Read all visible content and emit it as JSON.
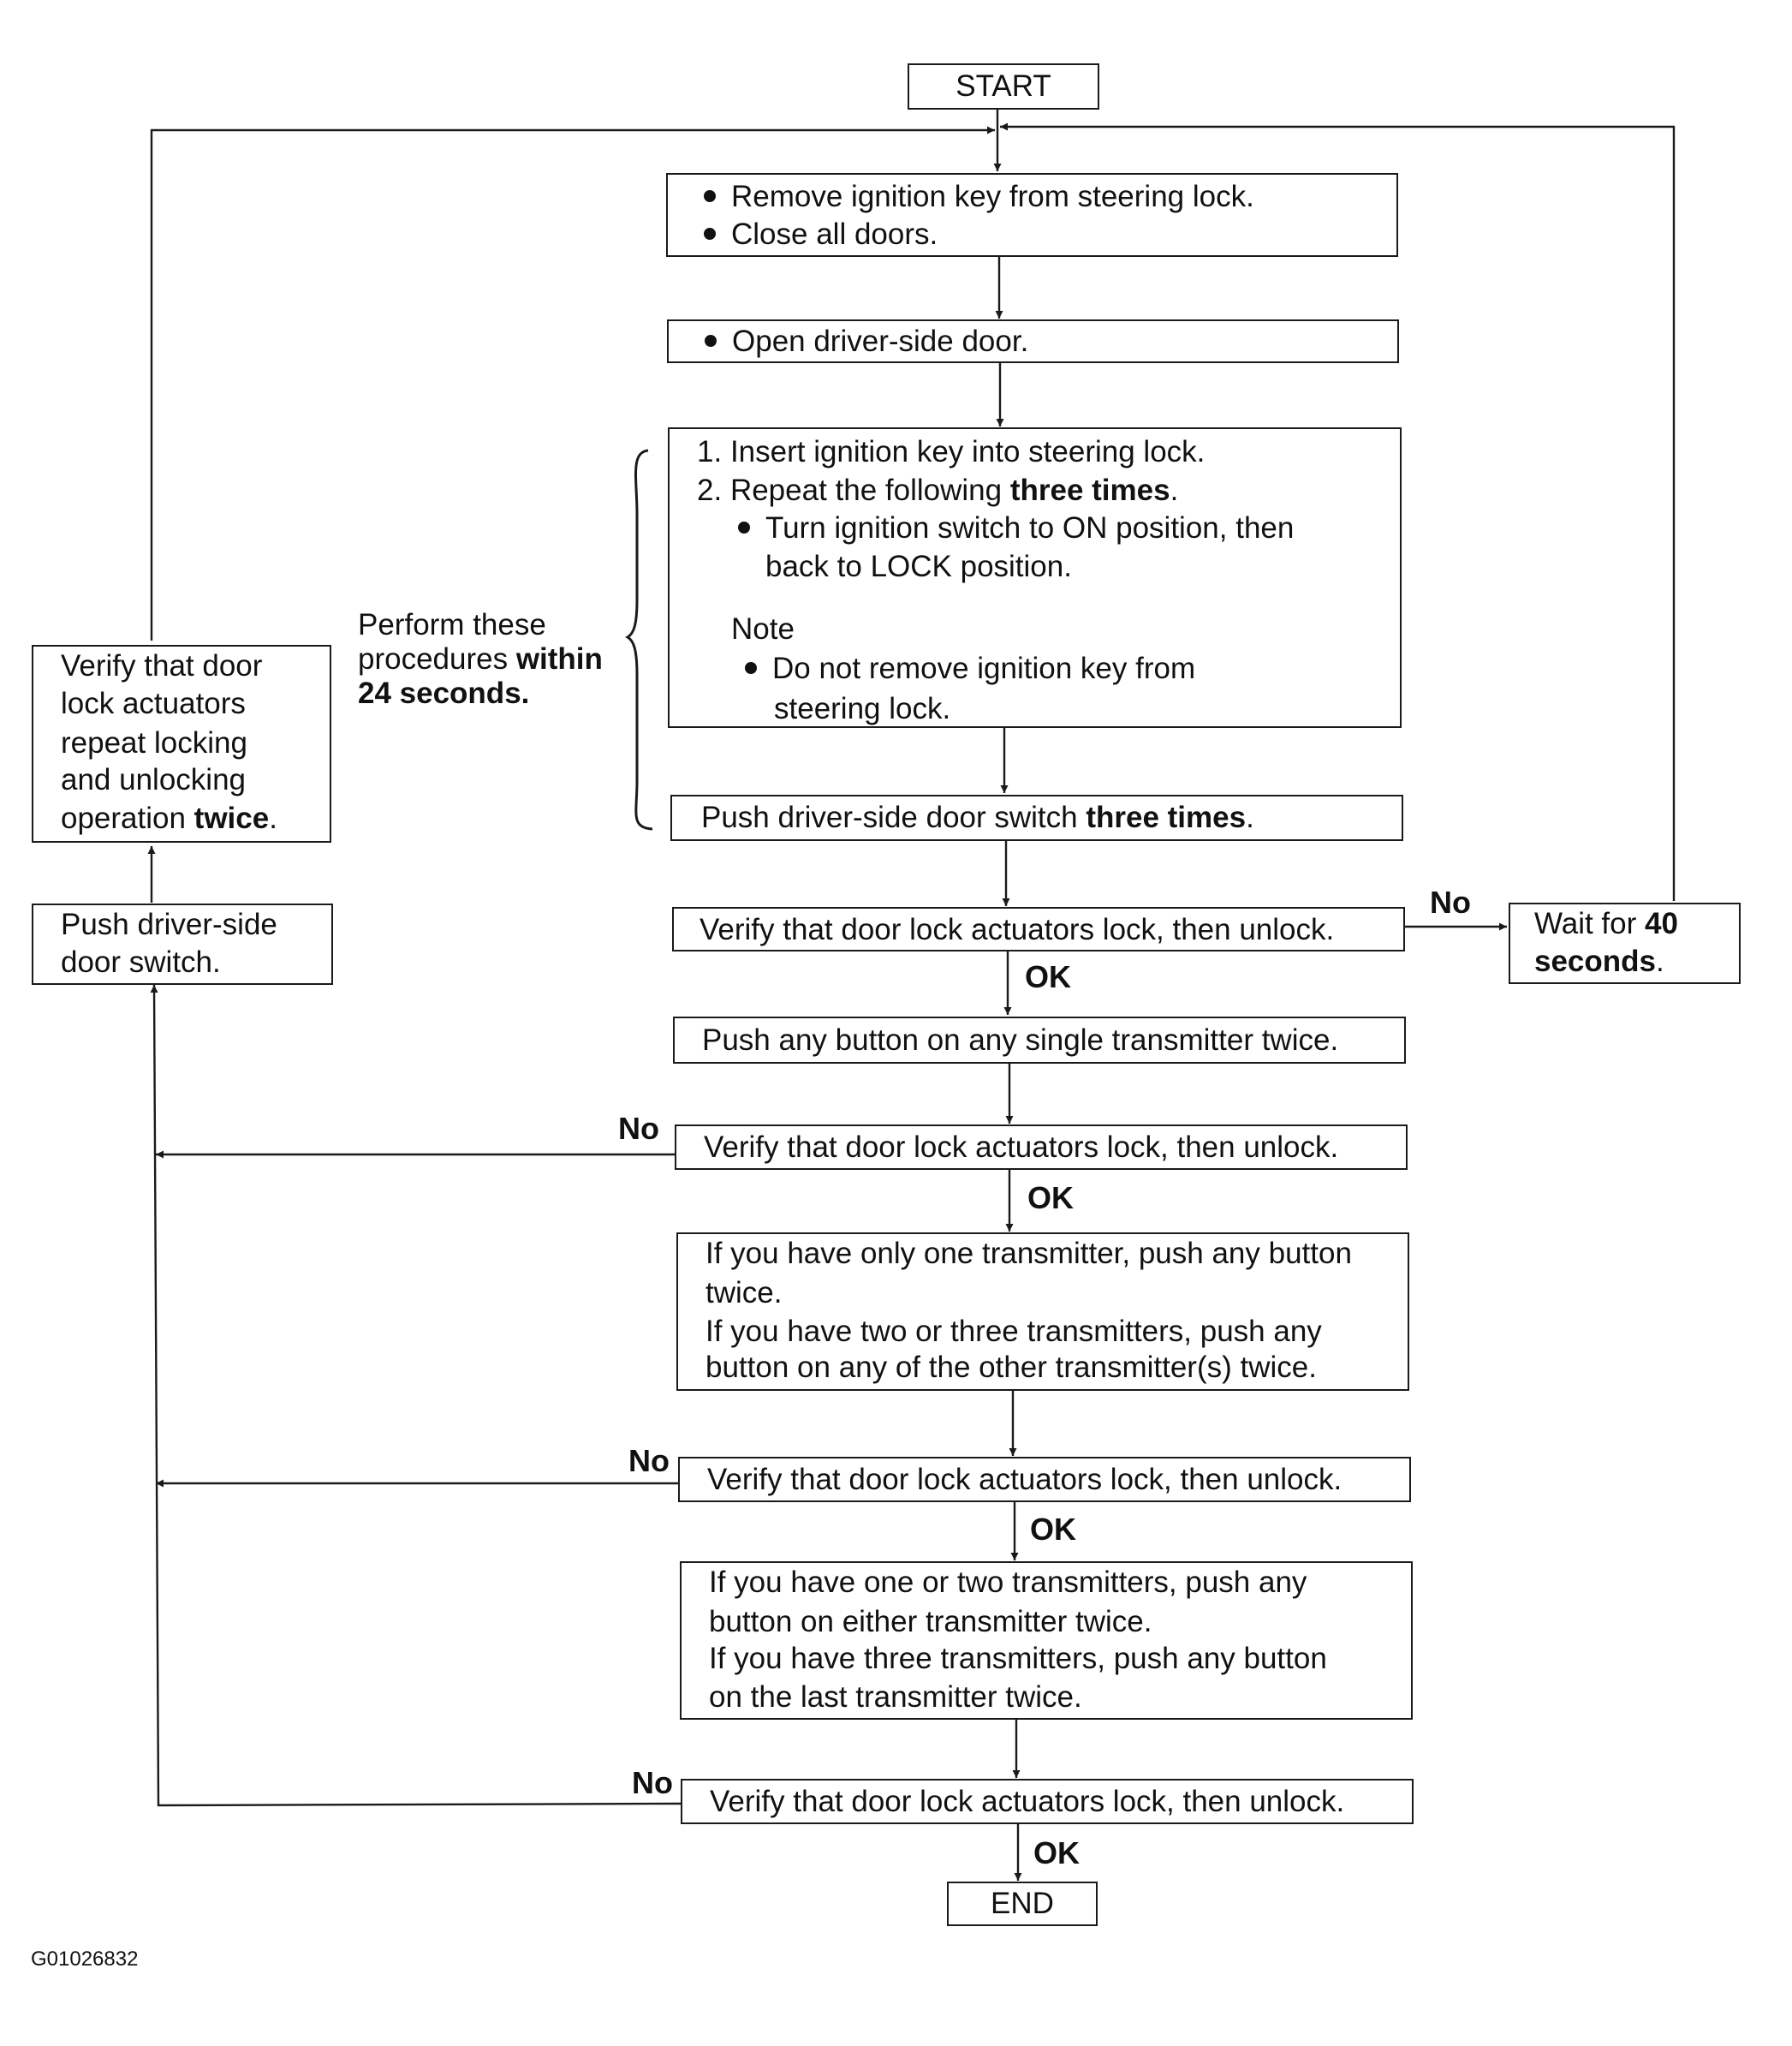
{
  "start": "START",
  "end": "END",
  "step1": {
    "items": [
      "Remove ignition key from steering lock.",
      "Close all doors."
    ]
  },
  "step2": {
    "item": "Open driver-side door."
  },
  "step3": {
    "n1": "1.",
    "line1": "Insert ignition key into steering lock.",
    "n2": "2.",
    "line2_pre": "Repeat the following ",
    "line2_bold": "three times",
    "line2_post": ".",
    "sub1": "Turn ignition switch to ON position, then",
    "sub2": "back to LOCK position.",
    "note_title": "Note",
    "note1": "Do not remove ignition key from",
    "note2": "steering lock."
  },
  "step4": {
    "pre": "Push driver-side door switch ",
    "bold": "three times",
    "post": "."
  },
  "verify": "Verify that door lock actuators lock, then unlock.",
  "step5": "Push any button on any single transmitter twice.",
  "step6": {
    "l1": "If you have only one transmitter, push any button",
    "l2": "twice.",
    "l3": "If you have two or three transmitters, push any",
    "l4": "button on any of the other transmitter(s) twice."
  },
  "step7": {
    "l1": "If you have one or two transmitters, push any",
    "l2": "button on either transmitter twice.",
    "l3": "If you have three transmitters, push any button",
    "l4": "on the last transmitter twice."
  },
  "wait": {
    "pre": "Wait for ",
    "bold1": "40",
    "bold2": "seconds",
    "post": "."
  },
  "perform": {
    "l1": "Perform these",
    "l2_pre": "procedures ",
    "l2_bold": "within",
    "l3": "24 seconds."
  },
  "left_verify": {
    "l1": "Verify that door",
    "l2": "lock actuators",
    "l3": "repeat locking",
    "l4": "and unlocking",
    "l5_pre": "operation ",
    "l5_bold": "twice",
    "l5_post": "."
  },
  "left_push": {
    "l1": "Push driver-side",
    "l2": "door switch."
  },
  "labels": {
    "ok": "OK",
    "no": "No"
  },
  "figure_code": "G01026832"
}
